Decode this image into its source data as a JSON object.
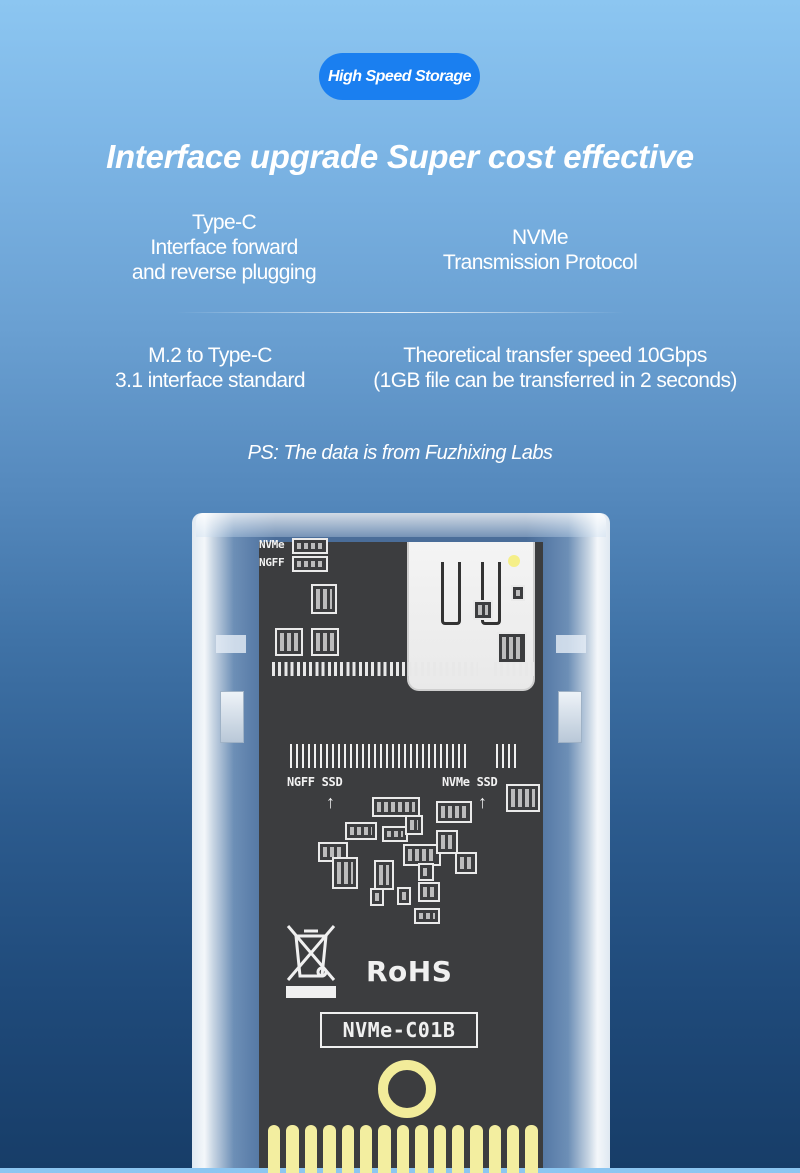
{
  "badge": {
    "label": "High Speed Storage",
    "color": "#1a7ff0"
  },
  "headline": "Interface upgrade Super cost effective",
  "features": [
    {
      "lines": [
        "Type-C",
        "Interface forward",
        "and reverse plugging"
      ]
    },
    {
      "lines": [
        "NVMe",
        "Transmission Protocol"
      ]
    },
    {
      "lines": [
        "M.2 to Type-C",
        "3.1 interface standard"
      ]
    },
    {
      "lines": [
        "Theoretical transfer speed 10Gbps",
        "(1GB file can be transferred in 2 seconds)"
      ]
    }
  ],
  "note": "PS: The data is from Fuzhixing Labs",
  "product": {
    "silkscreen": {
      "jumper_labels": [
        "NVMe",
        "NGFF"
      ],
      "slot_left": "NGFF SSD",
      "slot_right": "NVMe SSD",
      "compliance": "RoHS",
      "model": "NVMe-C01B"
    },
    "colors": {
      "pcb": "#3c3d3f",
      "gold": "#f3eea0",
      "led": "#f5ef88"
    }
  },
  "background": {
    "top": "#8cc6f1",
    "bottom": "#173d68"
  }
}
